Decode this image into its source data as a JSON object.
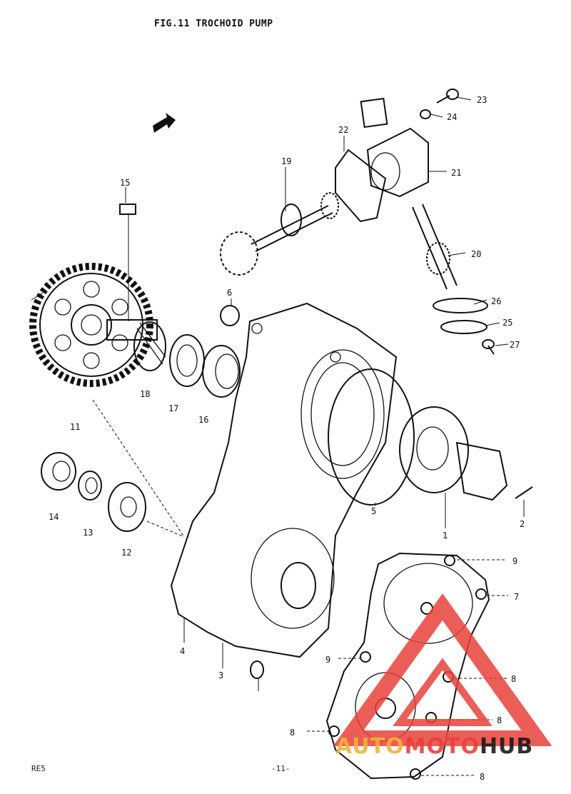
{
  "figure": {
    "title": "FIG.11  TROCHOID PUMP",
    "footer_left": "RE5",
    "page_number": "-11-"
  },
  "part_labels": {
    "p1": "1",
    "p2": "2",
    "p3": "3",
    "p4": "4",
    "p5": "5",
    "p6": "6",
    "p7": "7",
    "p8": "8",
    "p9": "9",
    "p11": "11",
    "p12": "12",
    "p13": "13",
    "p14": "14",
    "p15": "15",
    "p16": "16",
    "p17": "17",
    "p18": "18",
    "p19": "19",
    "p20": "20",
    "p21": "21",
    "p22": "22",
    "p23": "23",
    "p24": "24",
    "p25": "25",
    "p26": "26",
    "p27": "27"
  },
  "watermark": {
    "brand_auto": "AUTO",
    "brand_moto": "MOTO",
    "brand_hub": "HUB",
    "accent_color": "#e8423a",
    "secondary_color": "#f0b23a",
    "hub_color": "#1a1a1a"
  }
}
